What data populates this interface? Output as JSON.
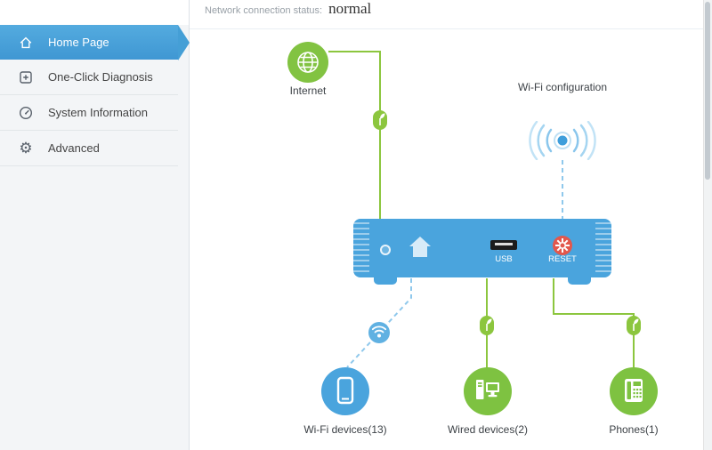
{
  "sidebar": {
    "items": [
      {
        "label": "Home Page",
        "icon": "home-icon",
        "active": true
      },
      {
        "label": "One-Click Diagnosis",
        "icon": "diagnosis-icon",
        "active": false
      },
      {
        "label": "System Information",
        "icon": "system-info-icon",
        "active": false
      },
      {
        "label": "Advanced",
        "icon": "gear-icon",
        "active": false
      }
    ]
  },
  "status": {
    "label": "Network connection status:",
    "value": "normal"
  },
  "diagram": {
    "internet_label": "Internet",
    "wifi_config_label": "Wi-Fi configuration",
    "usb_label": "USB",
    "reset_label": "RESET",
    "wifi_devices_label": "Wi-Fi devices(13)",
    "wired_devices_label": "Wired devices(2)",
    "phones_label": "Phones(1)"
  },
  "colors": {
    "accent_blue": "#45a0d9",
    "device_green": "#7ec241",
    "line_green": "#8cc63e",
    "dashed_blue": "#8fc8ec",
    "reset_red": "#e2574c",
    "sidebar_bg": "#f3f5f7"
  }
}
